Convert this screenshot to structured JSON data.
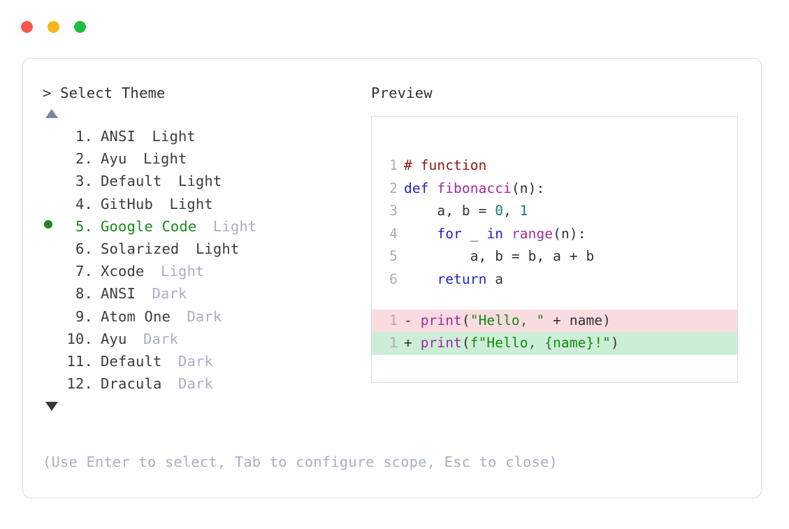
{
  "window": {
    "traffic_lights": [
      {
        "name": "close",
        "color": "#f9554f"
      },
      {
        "name": "minimize",
        "color": "#f8b519"
      },
      {
        "name": "maximize",
        "color": "#22bc3f"
      }
    ]
  },
  "prompt": {
    "caret": ">",
    "title": "Select Theme"
  },
  "scroll": {
    "up_glyph": "▲",
    "down_glyph": "▼"
  },
  "themes": {
    "selected_index": 5,
    "items": [
      {
        "number": "1.",
        "name": "ANSI",
        "variant": "Light",
        "variant_muted": false,
        "selected": false
      },
      {
        "number": "2.",
        "name": "Ayu",
        "variant": "Light",
        "variant_muted": false,
        "selected": false
      },
      {
        "number": "3.",
        "name": "Default",
        "variant": "Light",
        "variant_muted": false,
        "selected": false
      },
      {
        "number": "4.",
        "name": "GitHub",
        "variant": "Light",
        "variant_muted": false,
        "selected": false
      },
      {
        "number": "5.",
        "name": "Google Code",
        "variant": "Light",
        "variant_muted": true,
        "selected": true
      },
      {
        "number": "6.",
        "name": "Solarized",
        "variant": "Light",
        "variant_muted": false,
        "selected": false
      },
      {
        "number": "7.",
        "name": "Xcode",
        "variant": "Light",
        "variant_muted": true,
        "selected": false
      },
      {
        "number": "8.",
        "name": "ANSI",
        "variant": "Dark",
        "variant_muted": true,
        "selected": false
      },
      {
        "number": "9.",
        "name": "Atom One",
        "variant": "Dark",
        "variant_muted": true,
        "selected": false
      },
      {
        "number": "10.",
        "name": "Ayu",
        "variant": "Dark",
        "variant_muted": true,
        "selected": false
      },
      {
        "number": "11.",
        "name": "Default",
        "variant": "Dark",
        "variant_muted": true,
        "selected": false
      },
      {
        "number": "12.",
        "name": "Dracula",
        "variant": "Dark",
        "variant_muted": true,
        "selected": false
      }
    ]
  },
  "preview": {
    "title": "Preview",
    "code": [
      {
        "gutter": "1",
        "tokens": [
          {
            "t": "# function",
            "c": "cmt"
          }
        ]
      },
      {
        "gutter": "2",
        "tokens": [
          {
            "t": "def ",
            "c": "kw"
          },
          {
            "t": "fibonacci",
            "c": "fn"
          },
          {
            "t": "(n):",
            "c": "pln"
          }
        ]
      },
      {
        "gutter": "3",
        "tokens": [
          {
            "t": "    a, b = ",
            "c": "pln"
          },
          {
            "t": "0",
            "c": "numl"
          },
          {
            "t": ", ",
            "c": "pln"
          },
          {
            "t": "1",
            "c": "numl"
          }
        ]
      },
      {
        "gutter": "4",
        "tokens": [
          {
            "t": "    ",
            "c": "pln"
          },
          {
            "t": "for",
            "c": "kw"
          },
          {
            "t": " _ ",
            "c": "pln"
          },
          {
            "t": "in",
            "c": "kw"
          },
          {
            "t": " ",
            "c": "pln"
          },
          {
            "t": "range",
            "c": "fn"
          },
          {
            "t": "(n):",
            "c": "pln"
          }
        ]
      },
      {
        "gutter": "5",
        "tokens": [
          {
            "t": "        a, b = b, a + b",
            "c": "pln"
          }
        ]
      },
      {
        "gutter": "6",
        "tokens": [
          {
            "t": "    ",
            "c": "pln"
          },
          {
            "t": "return",
            "c": "kw"
          },
          {
            "t": " a",
            "c": "pln"
          }
        ]
      }
    ],
    "diff": [
      {
        "kind": "del",
        "gutter": "1",
        "sign": "-",
        "tokens": [
          {
            "t": "print",
            "c": "fn"
          },
          {
            "t": "(",
            "c": "pln"
          },
          {
            "t": "\"Hello, \"",
            "c": "str"
          },
          {
            "t": " + name)",
            "c": "pln"
          }
        ]
      },
      {
        "kind": "add",
        "gutter": "1",
        "sign": "+",
        "tokens": [
          {
            "t": "print",
            "c": "fn"
          },
          {
            "t": "(",
            "c": "pln"
          },
          {
            "t": "f\"Hello, {name}!\"",
            "c": "str"
          },
          {
            "t": ")",
            "c": "pln"
          }
        ]
      }
    ]
  },
  "hint": {
    "text": "(Use Enter to select, Tab to configure scope, Esc to close)"
  },
  "colors": {
    "border": "#d8dbe4",
    "selected_green": "#1a8a1a",
    "muted": "#a9b0c4",
    "text": "#2f3134",
    "diff_del_bg": "#fadbdf",
    "diff_add_bg": "#cdeed6",
    "comment": "#8b1a1a",
    "keyword": "#2222c4",
    "function": "#a02ba0",
    "number": "#0e7a7a",
    "string": "#118a11"
  }
}
